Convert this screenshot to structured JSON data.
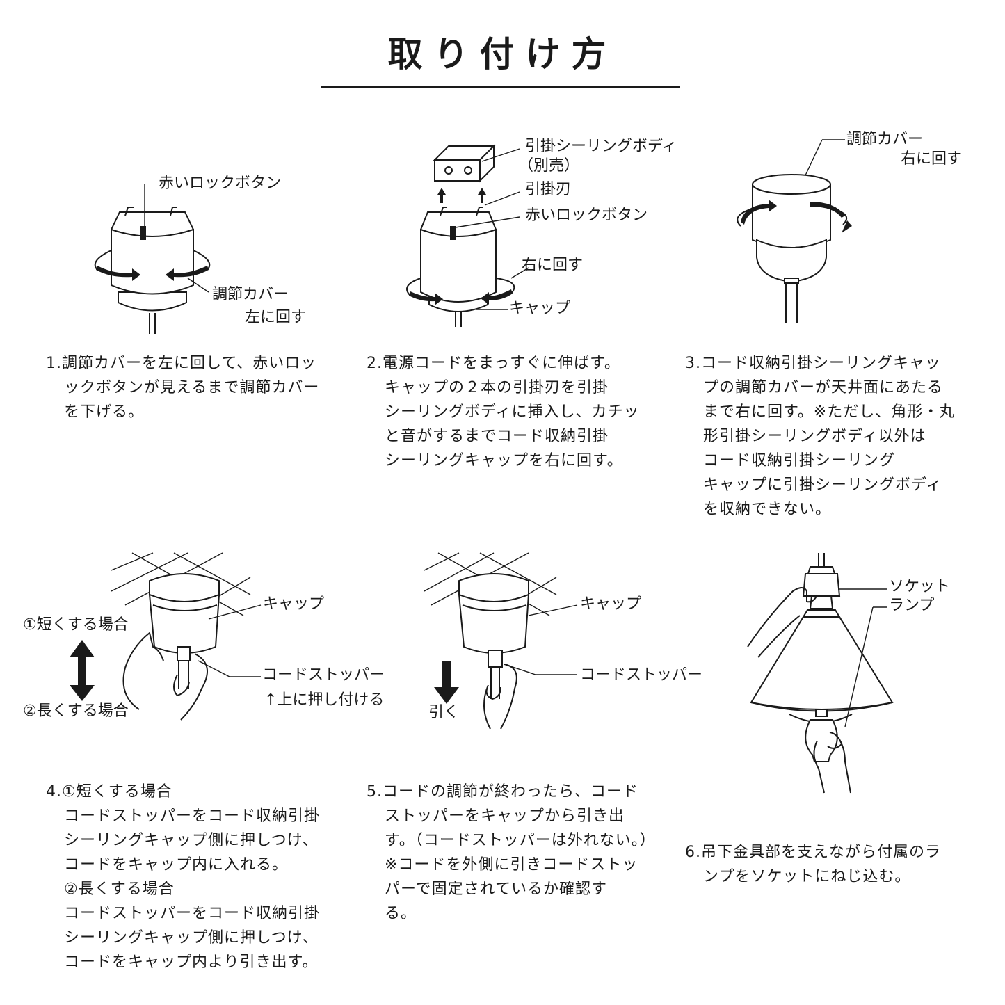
{
  "title": "取り付け方",
  "fig1": {
    "label_lock": "赤いロックボタン",
    "label_cover": "調節カバー",
    "label_turn": "左に回す"
  },
  "fig2": {
    "label_body": "引掛シーリングボディ",
    "label_sold": "（別売）",
    "label_blade": "引掛刃",
    "label_lock": "赤いロックボタン",
    "label_turn": "右に回す",
    "label_cap": "キャップ"
  },
  "fig3": {
    "label_cover": "調節カバー",
    "label_turn": "右に回す"
  },
  "fig4": {
    "label_short": "①短くする場合",
    "label_long": "②長くする場合",
    "label_cap": "キャップ",
    "label_stopper": "コードストッパー",
    "label_push": "↑上に押し付ける"
  },
  "fig5": {
    "label_cap": "キャップ",
    "label_stopper": "コードストッパー",
    "label_pull": "引く"
  },
  "fig6": {
    "label_socket": "ソケット",
    "label_lamp": "ランプ"
  },
  "steps": {
    "s1": [
      "1.調節カバーを左に回して、赤いロッ",
      "ックボタンが見えるまで調節カバー",
      "を下げる。"
    ],
    "s2": [
      "2.電源コードをまっすぐに伸ばす。",
      "キャップの２本の引掛刃を引掛",
      "シーリングボディに挿入し、カチッ",
      "と音がするまでコード収納引掛",
      "シーリングキャップを右に回す。"
    ],
    "s3": [
      "3.コード収納引掛シーリングキャッ",
      "プの調節カバーが天井面にあたる",
      "まで右に回す。※ただし、角形・丸",
      "形引掛シーリングボディ以外は",
      "コード収納引掛シーリング",
      "キャップに引掛シーリングボディ",
      "を収納できない。"
    ],
    "s4": [
      "4.①短くする場合",
      "コードストッパーをコード収納引掛",
      "シーリングキャップ側に押しつけ、",
      "コードをキャップ内に入れる。",
      "②長くする場合",
      "コードストッパーをコード収納引掛",
      "シーリングキャップ側に押しつけ、",
      "コードをキャップ内より引き出す。"
    ],
    "s5": [
      "5.コードの調節が終わったら、コード",
      "ストッパーをキャップから引き出",
      "す。（コードストッパーは外れない。）",
      "※コードを外側に引きコードストッ",
      "パーで固定されているか確認す",
      "る。"
    ],
    "s6": [
      "6.吊下金具部を支えながら付属のラ",
      "ンプをソケットにねじ込む。"
    ]
  }
}
